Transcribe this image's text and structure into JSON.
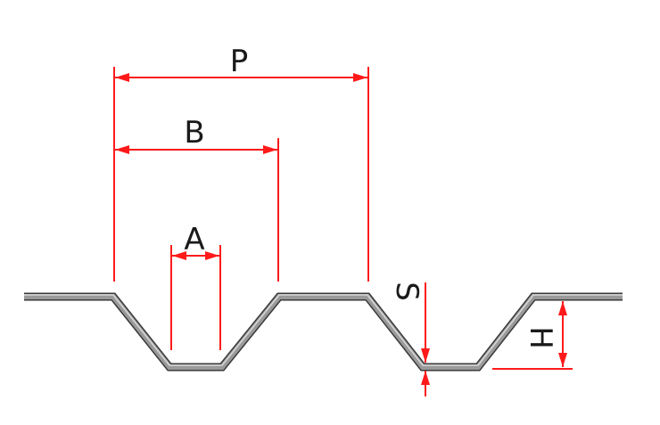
{
  "labels": {
    "pitch": "P",
    "top_width": "B",
    "bottom_width": "A",
    "thickness": "S",
    "height": "H"
  },
  "colors": {
    "dimension": "#ff1a1a",
    "profile": "#8a8a8a",
    "profile_edge": "#3a3a3a"
  }
}
